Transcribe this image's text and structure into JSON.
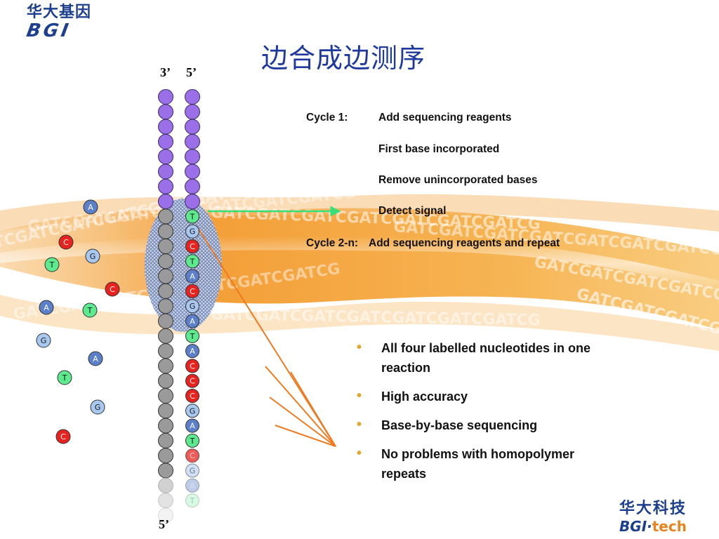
{
  "title": "边合成边测序",
  "logo_top": {
    "cn": "华大基因",
    "en": "BGI"
  },
  "logo_bottom": {
    "cn": "华大科技",
    "en_left": "BGI·",
    "en_right": "tech"
  },
  "strand_labels": {
    "top_left": "3’",
    "top_right": "5’",
    "bottom": "5’"
  },
  "cycle": {
    "label1": "Cycle 1:",
    "steps": [
      "Add sequencing reagents",
      "First base incorporated",
      "Remove unincorporated bases",
      "Detect signal"
    ],
    "label2": "Cycle 2-n:",
    "step2": "Add sequencing reagents and repeat"
  },
  "bullets": [
    "All four labelled nucleotides in one reaction",
    "High accuracy",
    "Base-by-base sequencing",
    "No problems with homopolymer repeats"
  ],
  "template_strand": {
    "purple_count": 8,
    "gray_count": 18,
    "faded_count": 3
  },
  "synth_strand": {
    "purple_count": 8,
    "bases": [
      "T",
      "G",
      "C",
      "T",
      "A",
      "C",
      "G",
      "A",
      "T",
      "A",
      "C",
      "C",
      "C",
      "G",
      "A",
      "T",
      "C",
      "G",
      "A",
      "T"
    ]
  },
  "background_text": "GATCGATCGATCGATCGATCGATCGATCG",
  "free_nucleotides": [
    {
      "base": "A"
    },
    {
      "base": "C"
    },
    {
      "base": "G"
    },
    {
      "base": "T"
    },
    {
      "base": "C"
    },
    {
      "base": "A"
    },
    {
      "base": "T"
    },
    {
      "base": "G"
    },
    {
      "base": "A"
    },
    {
      "base": "T"
    },
    {
      "base": "G"
    },
    {
      "base": "C"
    }
  ],
  "colors": {
    "A": "#5b7fc9",
    "C": "#e8231f",
    "G": "#a9c8f0",
    "T": "#5dea8f",
    "purple": "#9b6fe8",
    "gray": "#9a9a9a",
    "title": "#1f3a9e",
    "arrow_green": "#35e07a",
    "arrow_orange": "#f07a20",
    "bullet": "#e8a32a",
    "wave_orange": "#f3a23c"
  }
}
